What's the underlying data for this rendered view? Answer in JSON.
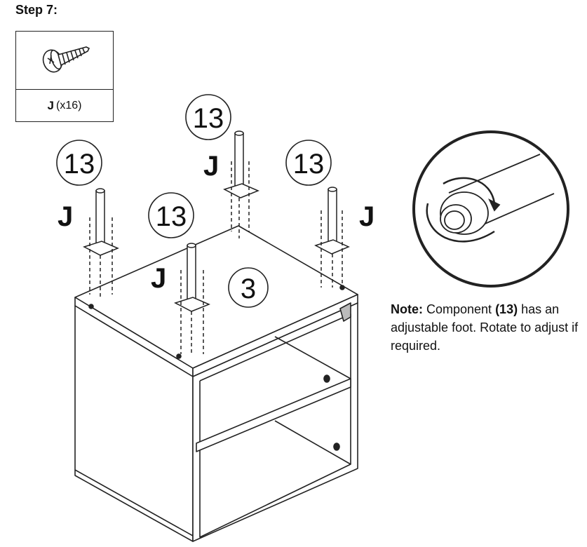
{
  "step": {
    "title": "Step 7:"
  },
  "parts": [
    {
      "letter": "J",
      "qty": "(x16)",
      "icon": "screw-icon"
    }
  ],
  "callouts": {
    "leg": "13",
    "panel": "3",
    "hardware": "J"
  },
  "note": {
    "label": "Note:",
    "text_before": " Component ",
    "component": "(13)",
    "text_after": " has an adjustable foot. Rotate to adjust if required."
  }
}
